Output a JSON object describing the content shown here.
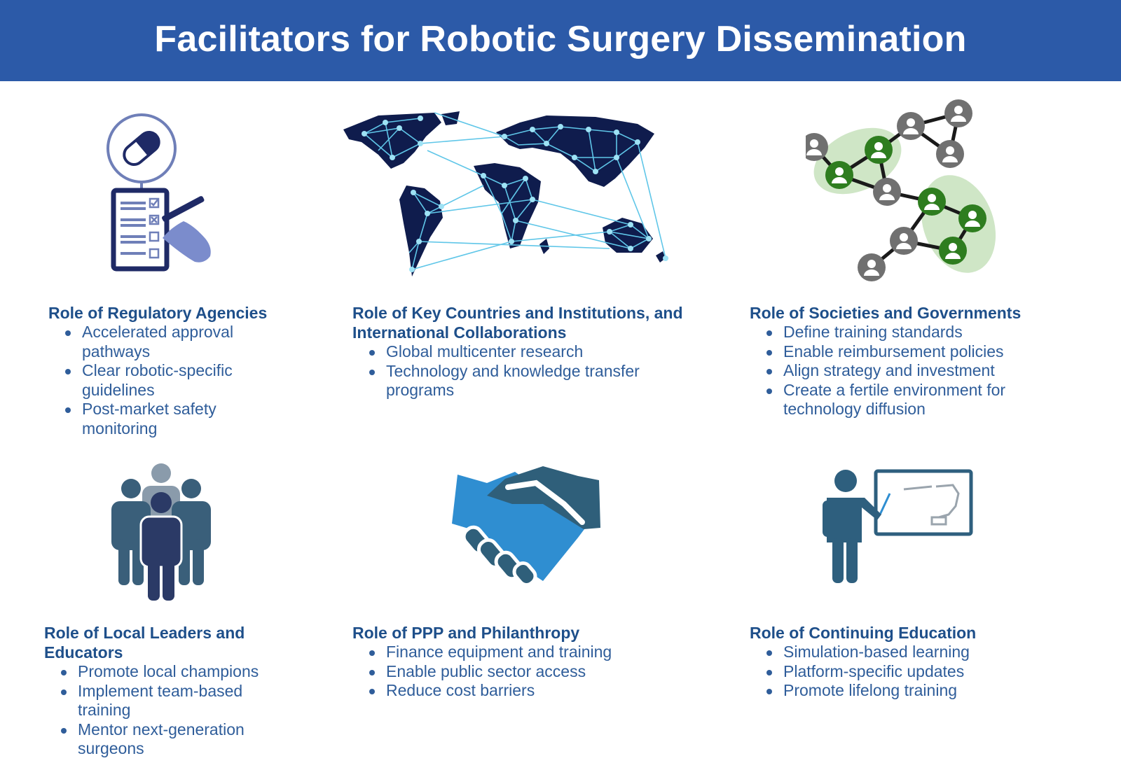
{
  "title": "Facilitators for Robotic Surgery Dissemination",
  "colors": {
    "banner": "#2c5aa8",
    "heading": "#1e4f8a",
    "bullet_text": "#2f5d9a",
    "network_green": "#2e7d1f",
    "network_gray": "#707070",
    "map_navy": "#0f1c4d",
    "map_line": "#5fc6e8"
  },
  "sections": [
    {
      "icon": "checklist-clipboard-icon",
      "heading": "Role of Regulatory Agencies",
      "items": [
        "Accelerated approval pathways",
        "Clear robotic-specific guidelines",
        "Post-market safety monitoring"
      ]
    },
    {
      "icon": "world-network-map-icon",
      "heading": "Role of Key Countries and Institutions, and International Collaborations",
      "items": [
        "Global multicenter research",
        "Technology and knowledge transfer programs"
      ]
    },
    {
      "icon": "social-network-icon",
      "heading": "Role of Societies and Governments",
      "items": [
        "Define training standards",
        "Enable reimbursement policies",
        "Align strategy and investment",
        "Create a fertile environment for technology diffusion"
      ]
    },
    {
      "icon": "people-group-icon",
      "heading": "Role of Local Leaders and Educators",
      "items": [
        "Promote local champions",
        "Implement team-based training",
        "Mentor next-generation surgeons"
      ]
    },
    {
      "icon": "handshake-icon",
      "heading": "Role of PPP and Philanthropy",
      "items": [
        "Finance equipment and training",
        "Enable public sector access",
        "Reduce cost barriers"
      ]
    },
    {
      "icon": "teacher-board-icon",
      "heading": "Role of Continuing Education",
      "items": [
        "Simulation-based learning",
        "Platform-specific updates",
        "Promote lifelong training"
      ]
    }
  ]
}
